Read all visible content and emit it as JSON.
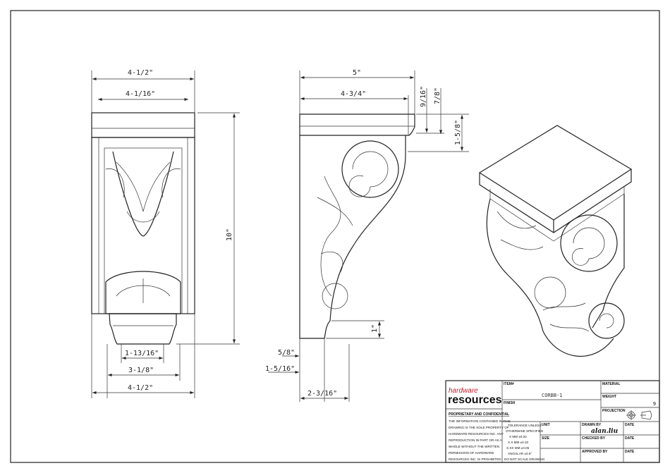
{
  "drawing": {
    "front_view": {
      "dimensions": [
        "4-1/2\"",
        "4-1/16\"",
        "10\"",
        "1-13/16\"",
        "3-1/8\"",
        "4-1/2\""
      ]
    },
    "side_view": {
      "dimensions": [
        "5\"",
        "4-3/4\"",
        "9/16\"",
        "7/8\"",
        "1-5/8\"",
        "1\"",
        "5/8\"",
        "1-5/16\"",
        "2-3/16\""
      ]
    }
  },
  "title_block": {
    "logo_top": "hardware",
    "logo_bottom": "resources",
    "brand_color": "#c8202f",
    "proprietary_heading": "PROPRIETARY AND CONFIDENTIAL",
    "proprietary_lines": [
      "THE INFORMATION CONTAINED IN THIS",
      "DRAWING IS THE SOLE PROPERTY OF",
      "HARDWARE RESOURCES INC.  ANY",
      "REPRODUCTION IN PART OR AS A",
      "WHOLE  WITHOUT THE WRITTEN",
      "PERMISSION OF HARDWARE",
      "RESOURCES INC. IS PROHIBITED"
    ],
    "item_label": "ITEM#",
    "item_value": "CORBB-1",
    "finish_label": "FINISH",
    "material_label": "MATERIAL",
    "weight_label": "WEIGHT",
    "weight_value": "9",
    "projection_label": "PROJECTION",
    "tolerance_lines": [
      "TOLERANCE UNLESS",
      "OTHERWISE SPECIFIED",
      "X    MM   ±0.20",
      "X.X   MM   ±0.10",
      "X.XX  MM   ±0.05",
      "ANGULAR     ±0.5°",
      "DO NOT SCALE DRAWING"
    ],
    "unit_label": "UNIT",
    "size_label": "SIZE",
    "drawn_by_label": "DRAWN BY",
    "drawn_by_value": "alan.liu",
    "checked_by_label": "CHECKED BY",
    "approved_by_label": "APPROVED BY",
    "date_label": "DATE"
  }
}
